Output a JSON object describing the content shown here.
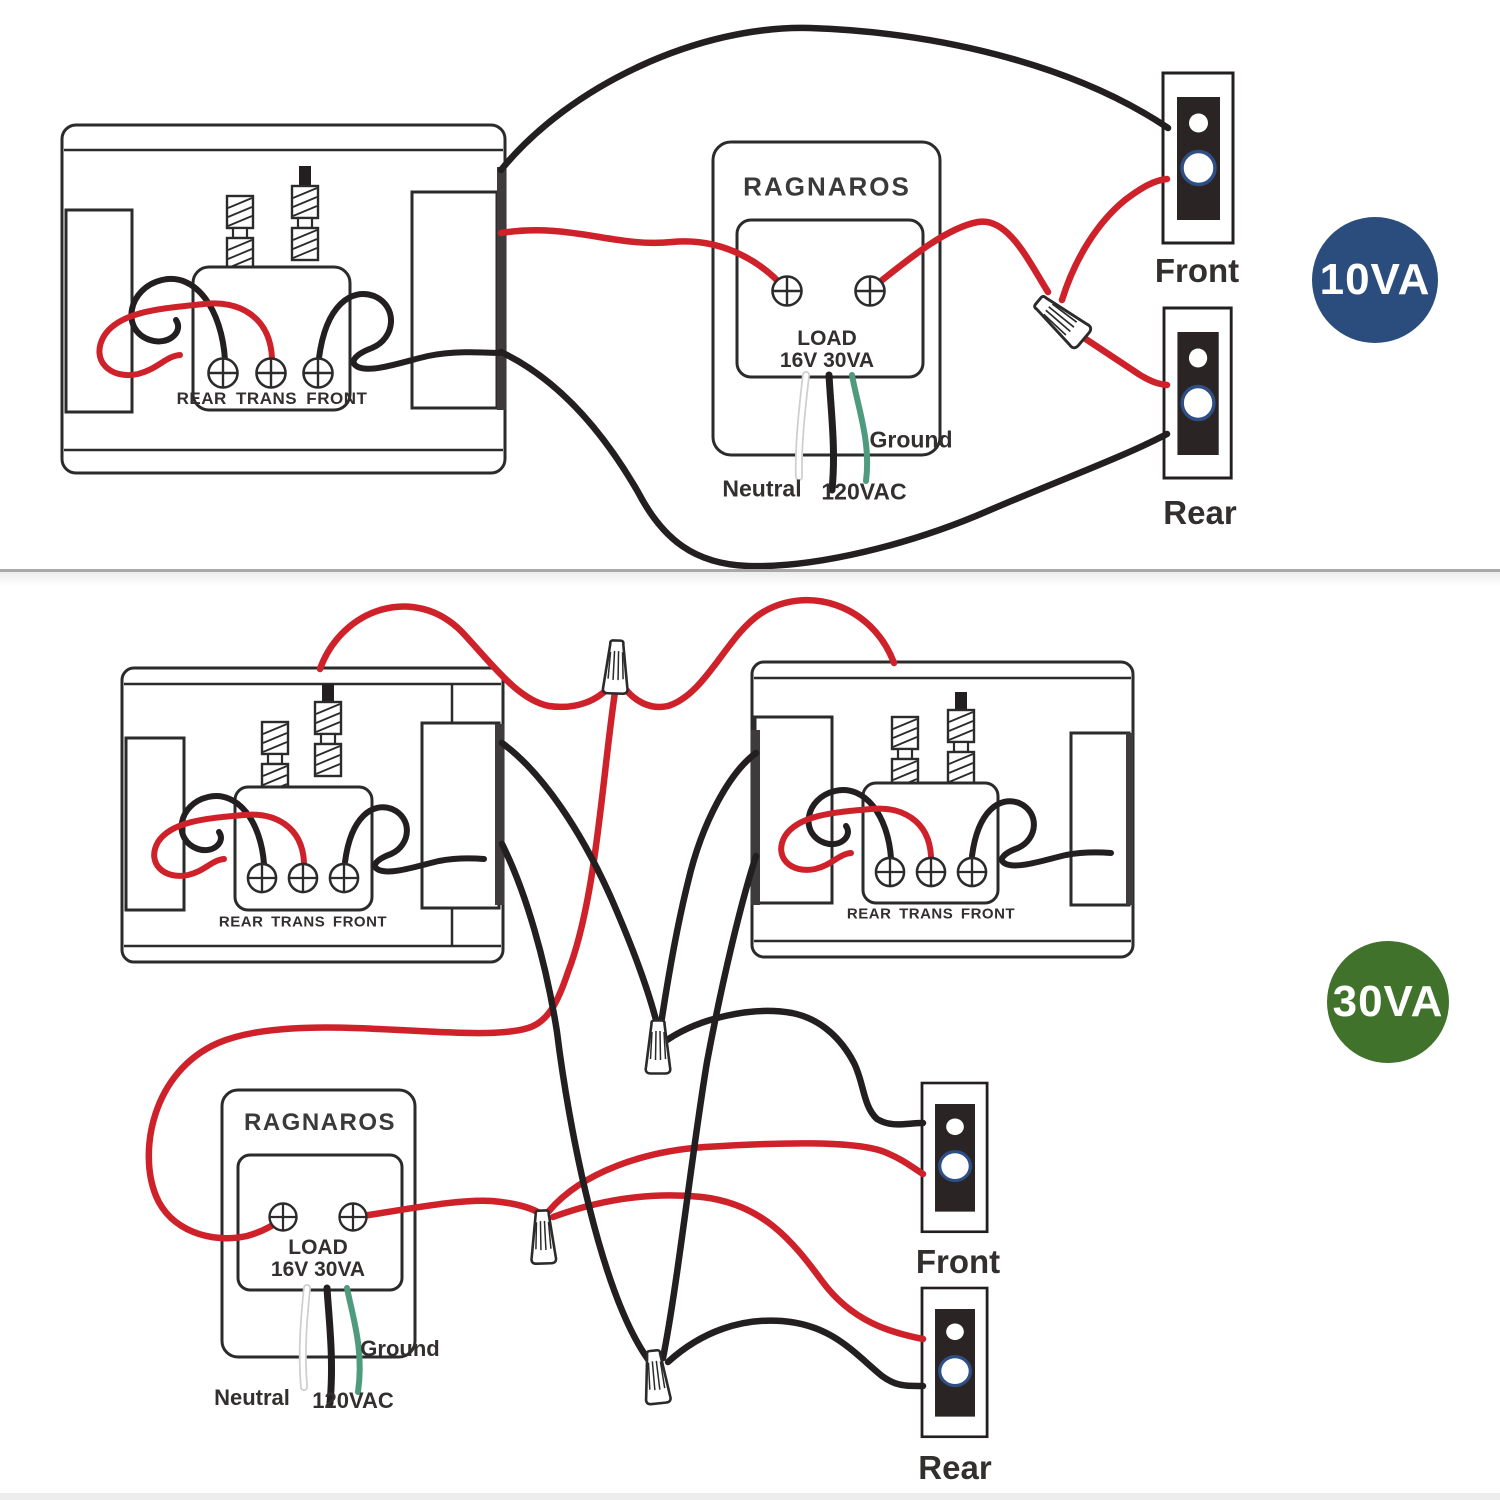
{
  "title": "Doorbell transformer wiring diagram",
  "colors": {
    "wire_red": "#cf2129",
    "wire_black": "#231f20",
    "wire_green": "#4f9b7d",
    "wire_white_outline": "#cfcfcf",
    "badge_10va": "#2b4d7d",
    "badge_30va": "#41722c"
  },
  "sections": [
    {
      "name": "10VA wiring",
      "badge": "10VA",
      "chime": {
        "terminals": "REAR TRANS FRONT"
      },
      "transformer": {
        "brand": "RAGNAROS",
        "load": "LOAD",
        "rating": "16V 30VA",
        "ground": "Ground",
        "neutral": "Neutral",
        "line": "120VAC"
      },
      "buttons": {
        "front": "Front",
        "rear": "Rear"
      }
    },
    {
      "name": "30VA wiring",
      "badge": "30VA",
      "chime_left": {
        "terminals": "REAR TRANS FRONT"
      },
      "chime_right": {
        "terminals": "REAR TRANS FRONT"
      },
      "transformer": {
        "brand": "RAGNAROS",
        "load": "LOAD",
        "rating": "16V 30VA",
        "ground": "Ground",
        "neutral": "Neutral",
        "line": "120VAC"
      },
      "buttons": {
        "front": "Front",
        "rear": "Rear"
      }
    }
  ]
}
